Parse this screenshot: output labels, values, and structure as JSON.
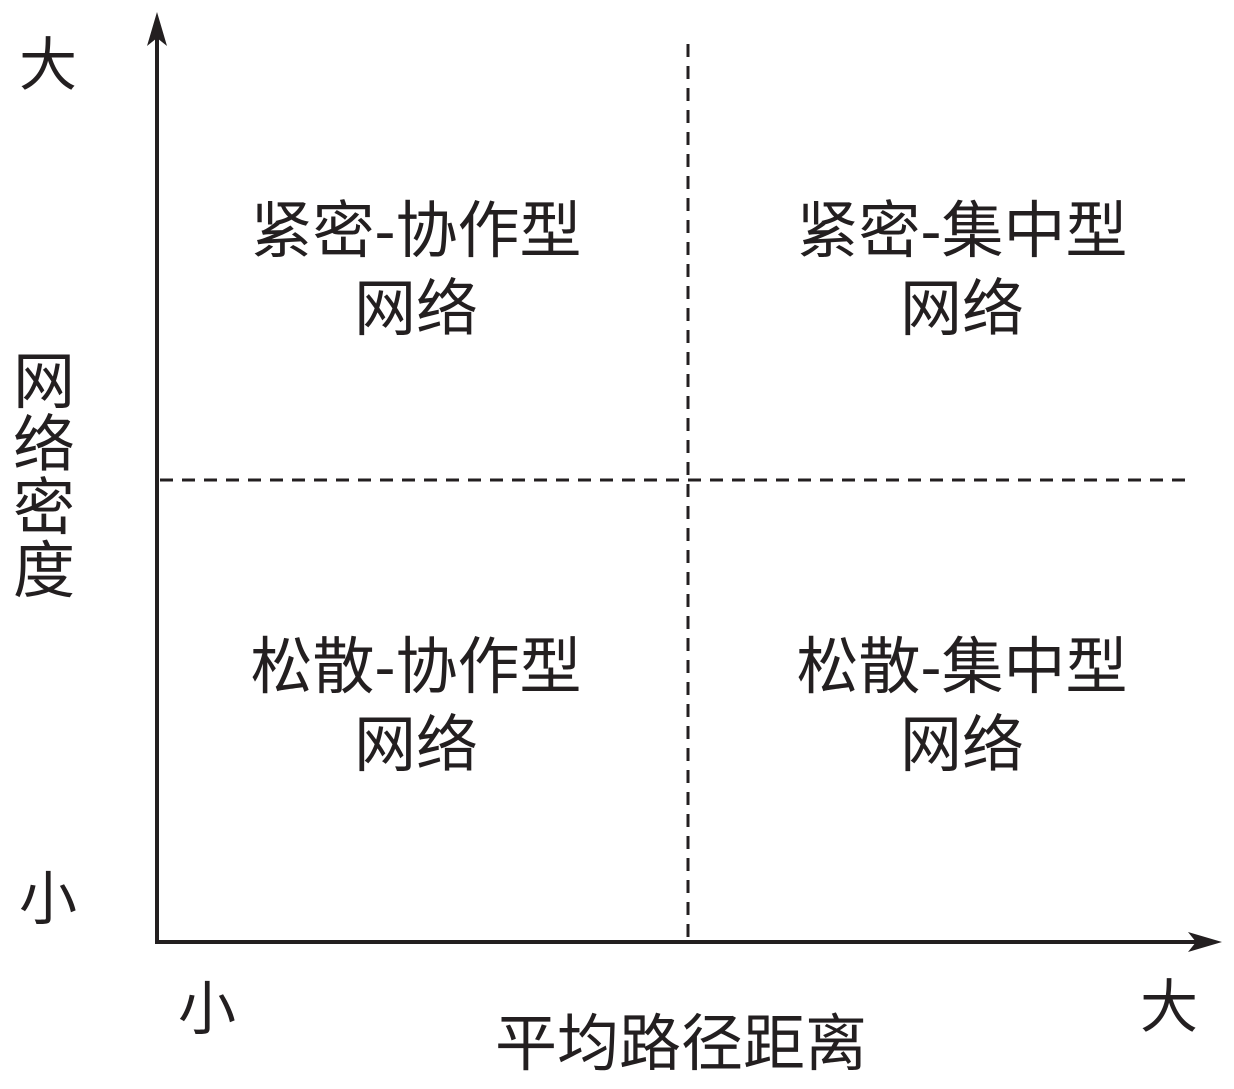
{
  "y_axis": {
    "label_chars": [
      "网",
      "络",
      "密",
      "度"
    ],
    "high": "大",
    "low": "小"
  },
  "x_axis": {
    "label": "平均路径距离",
    "low": "小",
    "high": "大"
  },
  "quadrants": {
    "top_left": {
      "line1": "紧密-协作型",
      "line2": "网络"
    },
    "top_right": {
      "line1": "紧密-集中型",
      "line2": "网络"
    },
    "bottom_left": {
      "line1": "松散-协作型",
      "line2": "网络"
    },
    "bottom_right": {
      "line1": "松散-集中型",
      "line2": "网络"
    }
  },
  "colors": {
    "ink": "#231f20",
    "background": "#ffffff"
  }
}
